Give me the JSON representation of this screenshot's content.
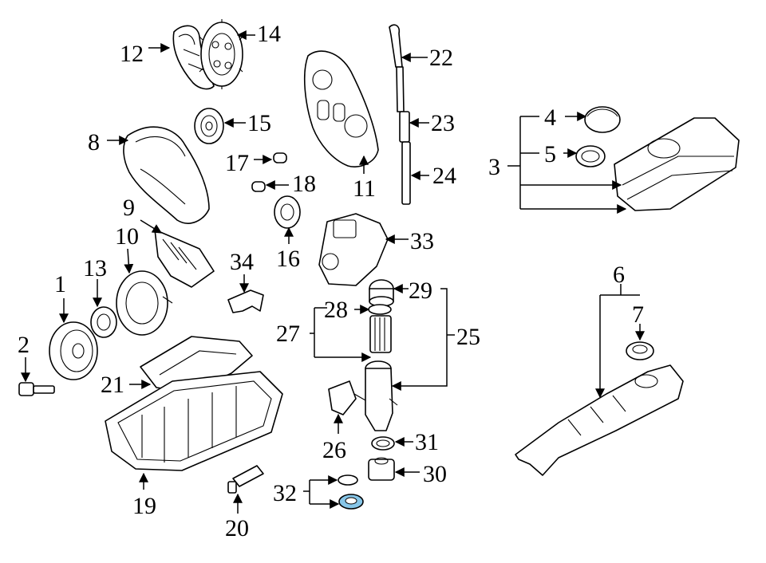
{
  "labels": {
    "n1": "1",
    "n2": "2",
    "n3": "3",
    "n4": "4",
    "n5": "5",
    "n6": "6",
    "n7": "7",
    "n8": "8",
    "n9": "9",
    "n10": "10",
    "n11": "11",
    "n12": "12",
    "n13": "13",
    "n14": "14",
    "n15": "15",
    "n16": "16",
    "n17": "17",
    "n18": "18",
    "n19": "19",
    "n20": "20",
    "n21": "21",
    "n22": "22",
    "n23": "23",
    "n24": "24",
    "n25": "25",
    "n26": "26",
    "n27": "27",
    "n28": "28",
    "n29": "29",
    "n30": "30",
    "n31": "31",
    "n32": "32",
    "n33": "33",
    "n34": "34"
  },
  "colors": {
    "line": "#000000",
    "highlight": "#87c6e8",
    "background": "#ffffff"
  }
}
